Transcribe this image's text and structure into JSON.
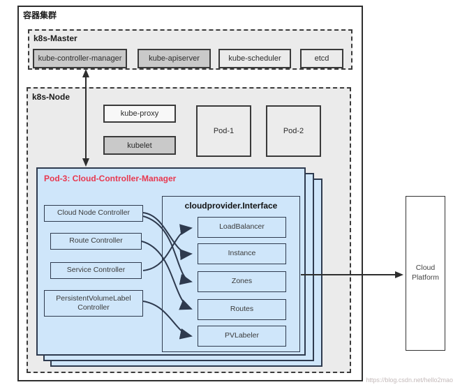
{
  "title": "容器集群",
  "master": {
    "label": "k8s-Master",
    "components": [
      {
        "label": "kube-controller-manager",
        "variant": "dark"
      },
      {
        "label": "kube-apiserver",
        "variant": "dark"
      },
      {
        "label": "kube-scheduler",
        "variant": "light"
      },
      {
        "label": "etcd",
        "variant": "light"
      }
    ]
  },
  "node": {
    "label": "k8s-Node",
    "kube_proxy": "kube-proxy",
    "kubelet": "kubelet",
    "pods": [
      "Pod-1",
      "Pod-2"
    ]
  },
  "pod3": {
    "title": "Pod-3: Cloud-Controller-Manager",
    "controllers": [
      "Cloud Node Controller",
      "Route Controller",
      "Service Controller",
      "PersistentVolumeLabel Controller"
    ],
    "interface": {
      "title": "cloudprovider.Interface",
      "methods": [
        "LoadBalancer",
        "Instance",
        "Zones",
        "Routes",
        "PVLabeler"
      ]
    },
    "connections": [
      {
        "from": "Cloud Node Controller",
        "to": "Instance"
      },
      {
        "from": "Cloud Node Controller",
        "to": "Zones"
      },
      {
        "from": "Route Controller",
        "to": "Routes"
      },
      {
        "from": "Service Controller",
        "to": "LoadBalancer"
      },
      {
        "from": "PersistentVolumeLabel Controller",
        "to": "PVLabeler"
      }
    ]
  },
  "cloud_platform": {
    "label": "Cloud Platform"
  },
  "links": [
    {
      "from": "kube-controller-manager",
      "to": "Pod-3",
      "type": "double-arrow"
    },
    {
      "from": "cloudprovider.Interface",
      "to": "Cloud Platform",
      "type": "arrow"
    }
  ],
  "watermark": "https://blog.csdn.net/hello2mao",
  "colors": {
    "accent_red": "#e8384f",
    "blue_fill": "#cfe6fa",
    "blue_border": "#2e3a4e",
    "gray_fill": "#c9c9c9",
    "panel_fill": "#ebebeb",
    "border_dark": "#3a3a3a"
  }
}
